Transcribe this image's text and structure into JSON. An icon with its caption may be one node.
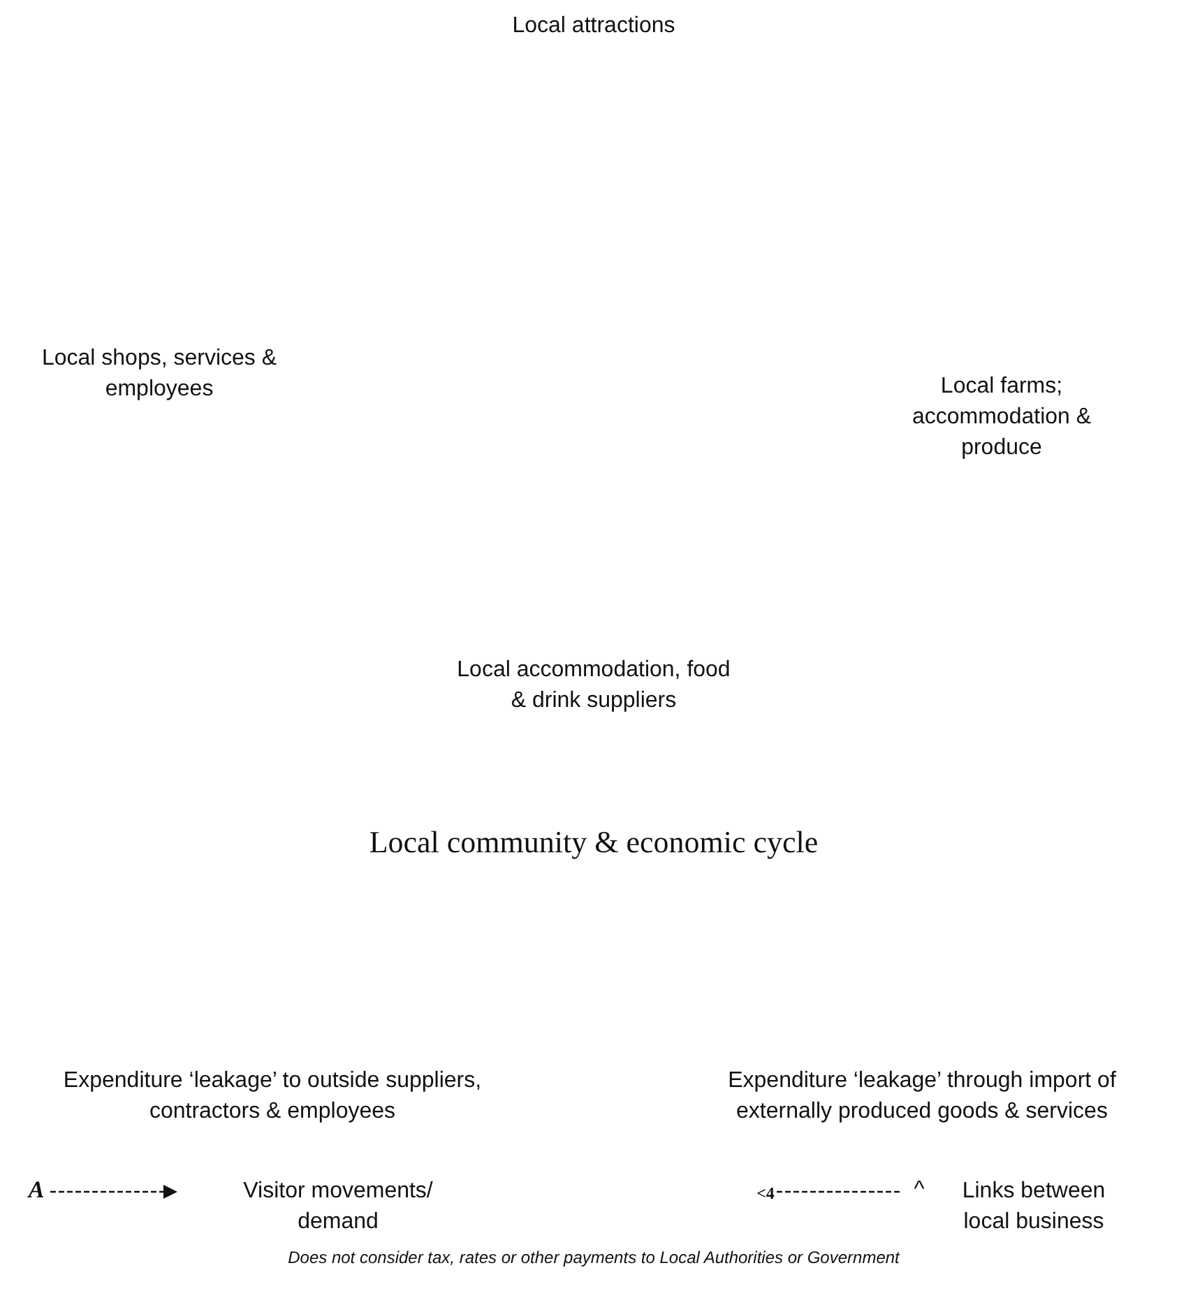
{
  "diagram": {
    "caption": "Does not consider tax, rates or other payments to Local Authorities or Government",
    "labels": [
      "Local attractions",
      "Local shops, services & employees",
      "Local farms; accommodation & produce",
      "Local accommodation, food & drink suppliers",
      "Local community & economic cycle",
      "Expenditure ‘leakage’ to outside suppliers, contractors & employees",
      "Expenditure ‘leakage’ through import of externally produced goods & services",
      "A",
      "<4",
      "^"
    ],
    "legend": [
      {
        "text": "Visitor movements/ demand"
      },
      {
        "text": "Links between local business"
      }
    ]
  }
}
